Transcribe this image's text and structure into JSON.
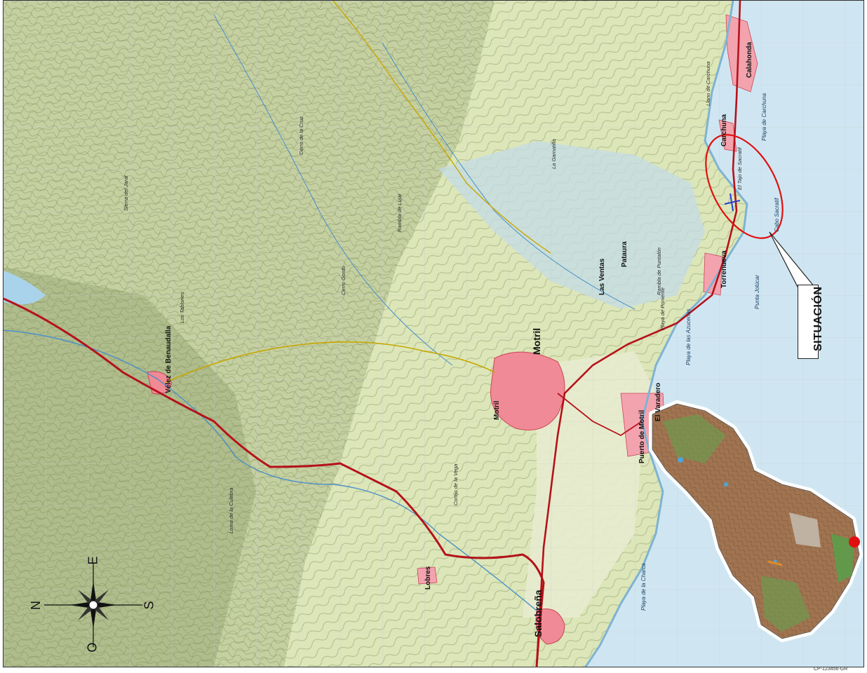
{
  "map": {
    "callout_label": "SITUACIÓN",
    "compass": {
      "north": "N",
      "south": "S",
      "east": "E",
      "west": "O"
    },
    "towns_major": [
      "Motril",
      "Salobreña",
      "Vélez de Benaudalla"
    ],
    "towns_minor": [
      "Carchuna",
      "Calahonda",
      "Torrenueva",
      "Lobres",
      "El Varadero",
      "Puerto de Motril",
      "Pataura",
      "Las Ventas"
    ],
    "places": [
      "El Tajo de Sacratif",
      "Sierra del Jaral",
      "Llano de Carchuna",
      "Playa de Poniente",
      "Cerro de la Cruz",
      "Cortijo de la Vega",
      "Rambla de Lújar",
      "Los Tablones",
      "Cerro Gordo",
      "La Garnatilla",
      "Loma de la Culebra",
      "Rambla de Puntalón"
    ],
    "coast_labels": [
      "Cabo Sacratif",
      "Punta Jolúcar",
      "Playa de Carchuna",
      "Playa de las Azucenas",
      "Playa de la Charca"
    ],
    "footer_code": "CP-123456-GR",
    "highlight_color": "#e01010",
    "sea_color": "#cfe6f2",
    "land_color": "#dce6b8",
    "urban_color": "#f08a96",
    "road_color": "#b5121b"
  }
}
